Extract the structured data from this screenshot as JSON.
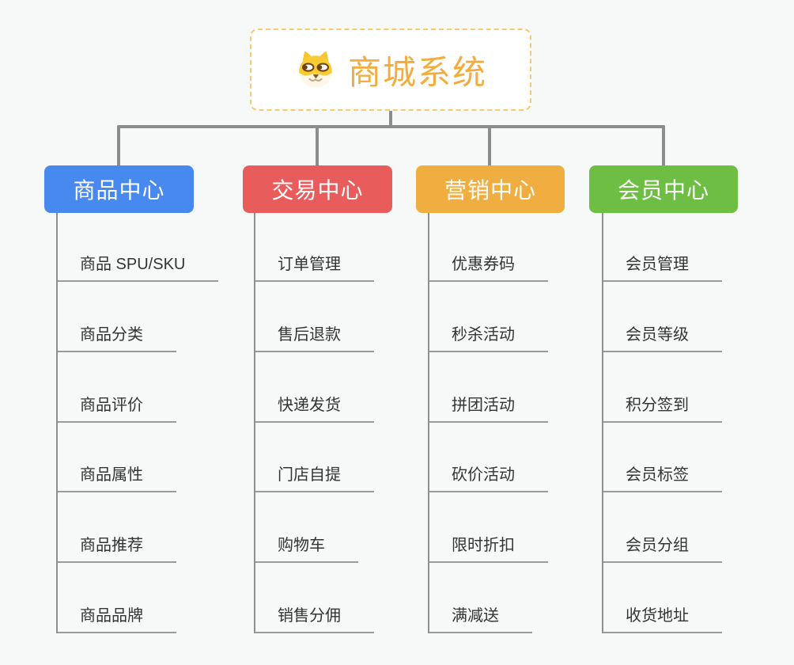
{
  "root": {
    "title": "商城系统",
    "icon": "dog-icon",
    "title_color": "#f3ad3e",
    "border_color": "#f8c873"
  },
  "colors": {
    "background": "#f7f8f8",
    "connector": "#8c8c8c",
    "leaf_line": "#9a9a9a",
    "leaf_text": "#333333"
  },
  "branches": [
    {
      "label": "商品中心",
      "color": "#4889f0",
      "items": [
        "商品 SPU/SKU",
        "商品分类",
        "商品评价",
        "商品属性",
        "商品推荐",
        "商品品牌"
      ]
    },
    {
      "label": "交易中心",
      "color": "#e85d5c",
      "items": [
        "订单管理",
        "售后退款",
        "快递发货",
        "门店自提",
        "购物车",
        "销售分佣"
      ]
    },
    {
      "label": "营销中心",
      "color": "#efae3f",
      "items": [
        "优惠券码",
        "秒杀活动",
        "拼团活动",
        "砍价活动",
        "限时折扣",
        "满减送"
      ]
    },
    {
      "label": "会员中心",
      "color": "#6fbe44",
      "items": [
        "会员管理",
        "会员等级",
        "积分签到",
        "会员标签",
        "会员分组",
        "收货地址"
      ]
    }
  ]
}
